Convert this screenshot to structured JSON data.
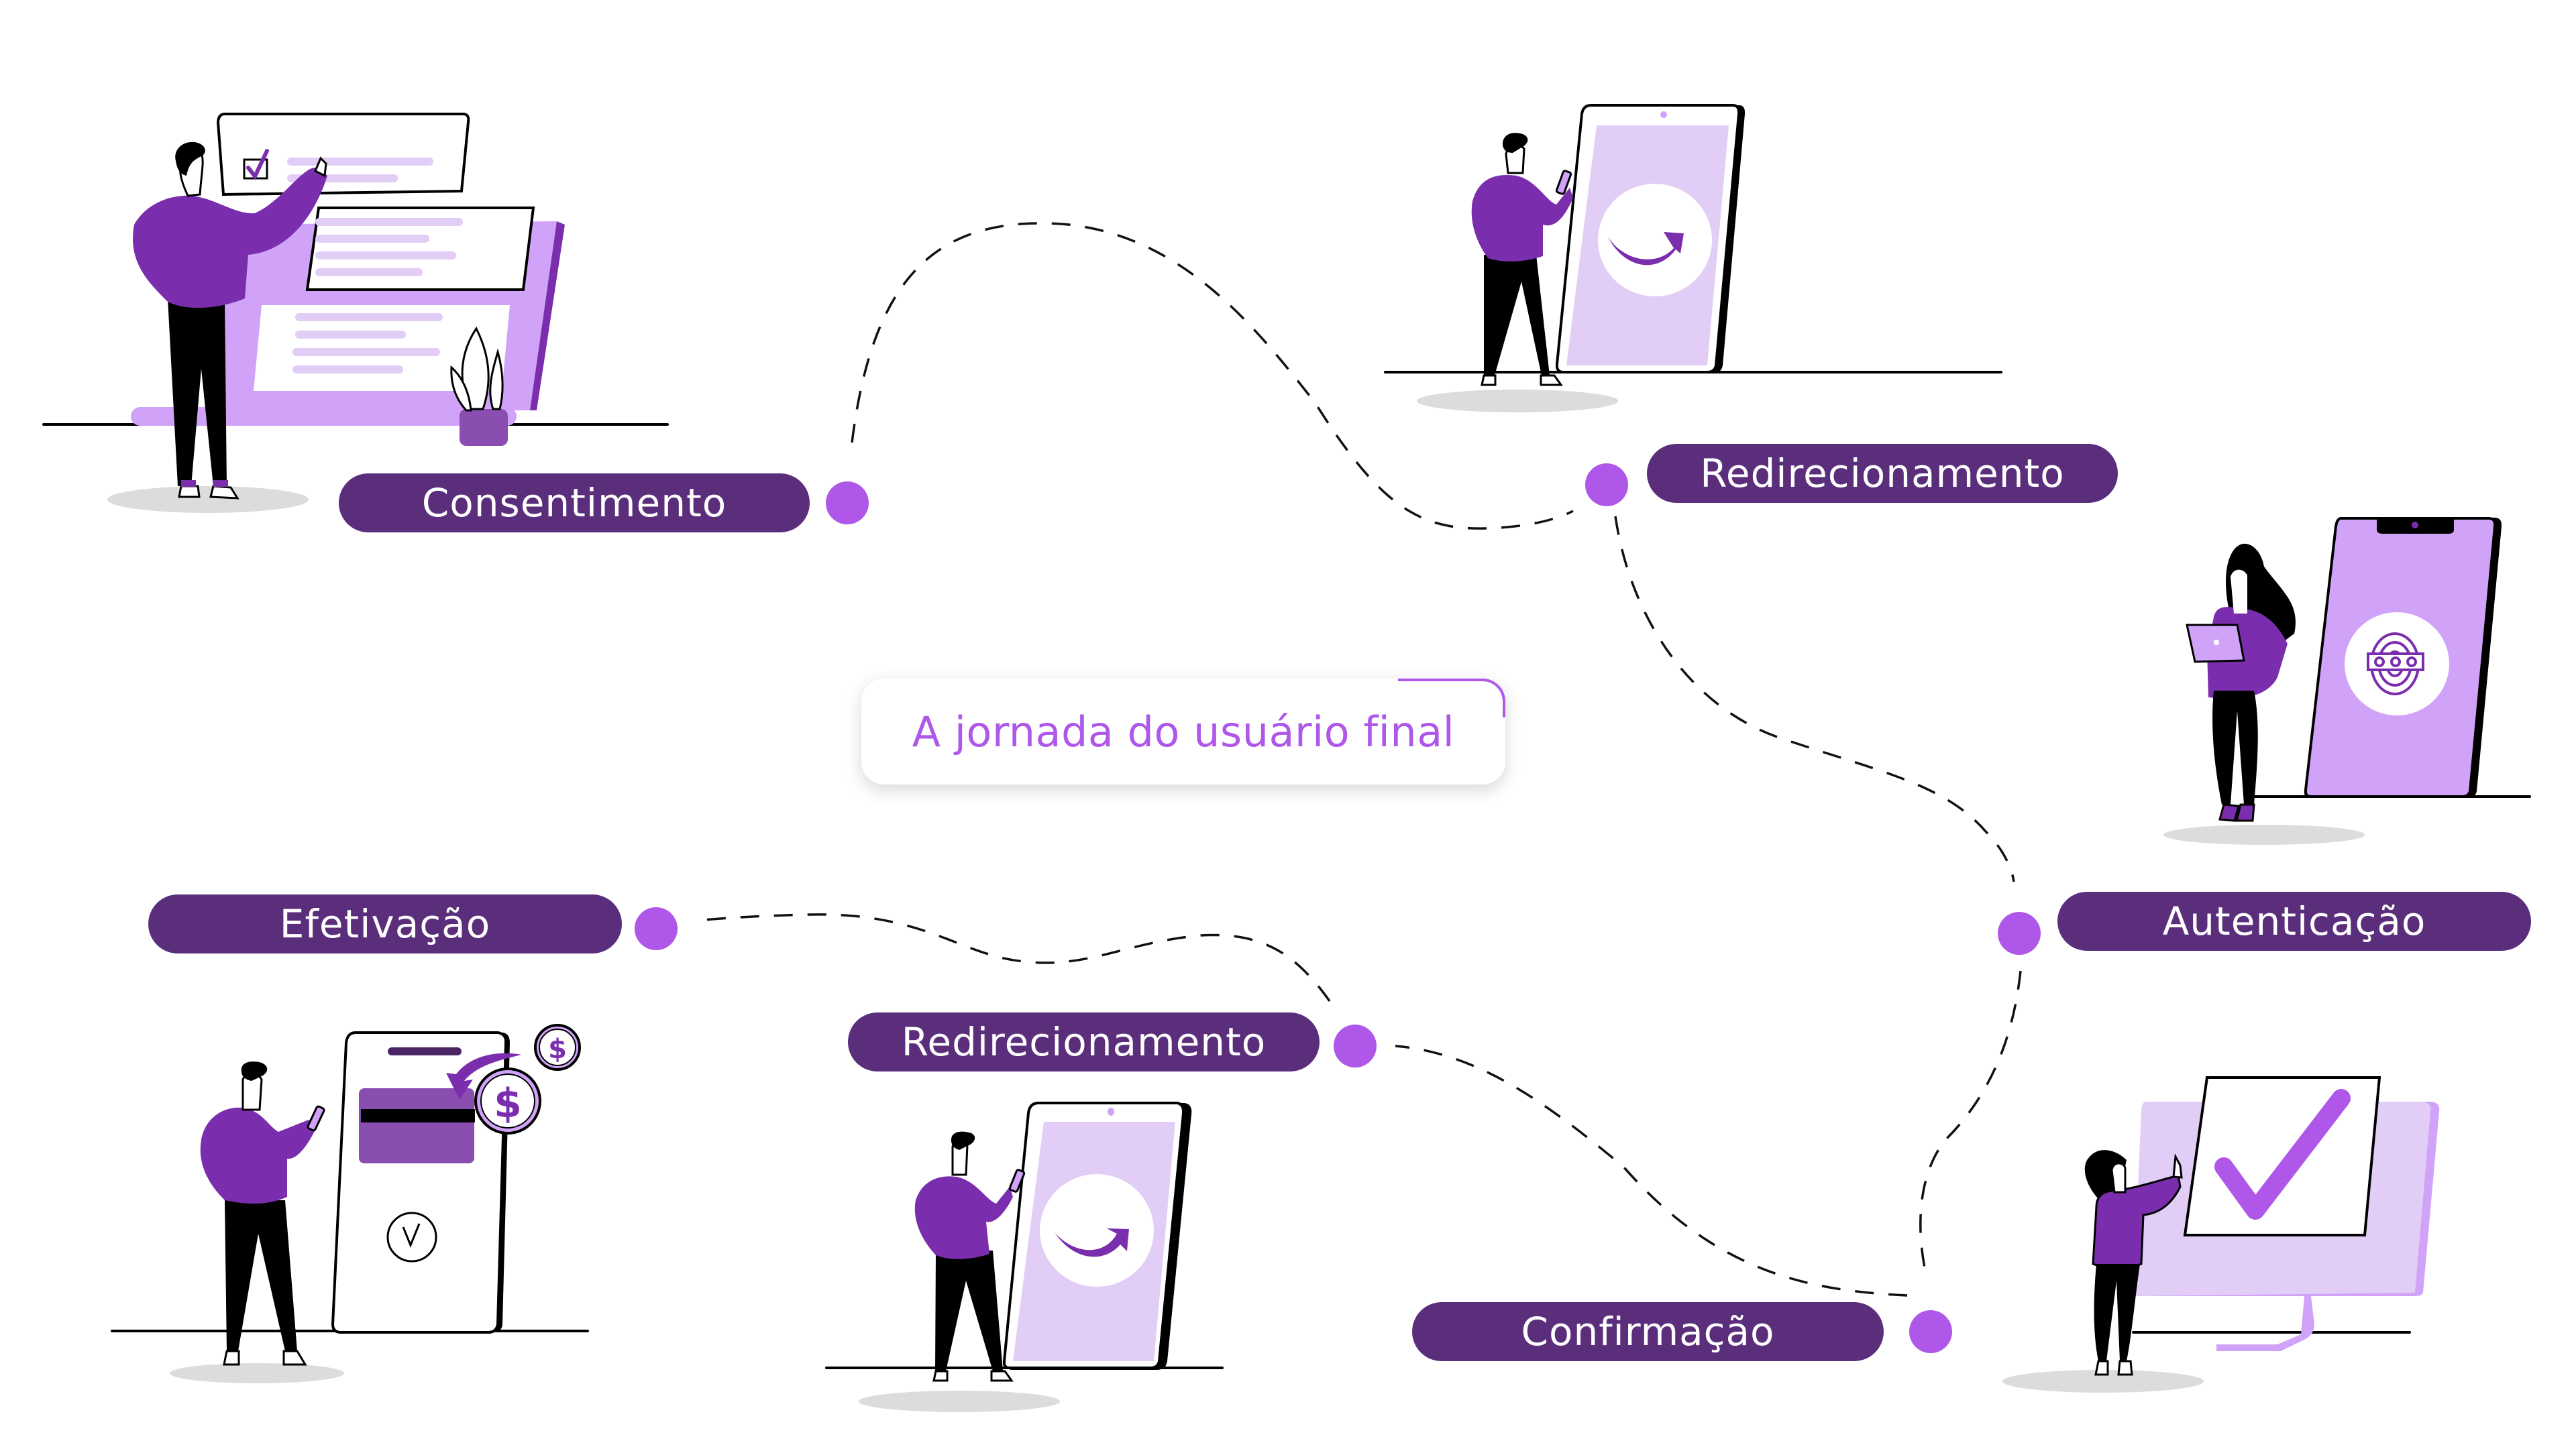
{
  "title": "A jornada do usuário final",
  "colors": {
    "pill_bg": "#5B2E7C",
    "pill_text": "#FFFFFF",
    "dot": "#AE57E9",
    "title_text": "#AE57E9",
    "sweater": "#7A2EAD",
    "light_purple": "#D0A3F8",
    "pale_purple": "#E2CDF7"
  },
  "steps": [
    {
      "label": "Consentimento",
      "illustration": "man-checking-consent-form"
    },
    {
      "label": "Redirecionamento",
      "illustration": "man-with-phone-redirect-arrow"
    },
    {
      "label": "Autenticação",
      "illustration": "woman-with-tablet-fingerprint-phone"
    },
    {
      "label": "Confirmação",
      "illustration": "woman-at-monitor-checkmark"
    },
    {
      "label": "Redirecionamento",
      "illustration": "man-with-phone-redirect-arrow"
    },
    {
      "label": "Efetivação",
      "illustration": "man-paying-card-coins"
    }
  ],
  "icons": {
    "checkbox": "checkbox-checked-icon",
    "redirect": "redirect-arrow-icon",
    "fingerprint": "fingerprint-icon",
    "checkmark": "checkmark-icon",
    "dollar": "dollar-coin-icon",
    "check_circle": "check-circle-icon"
  }
}
